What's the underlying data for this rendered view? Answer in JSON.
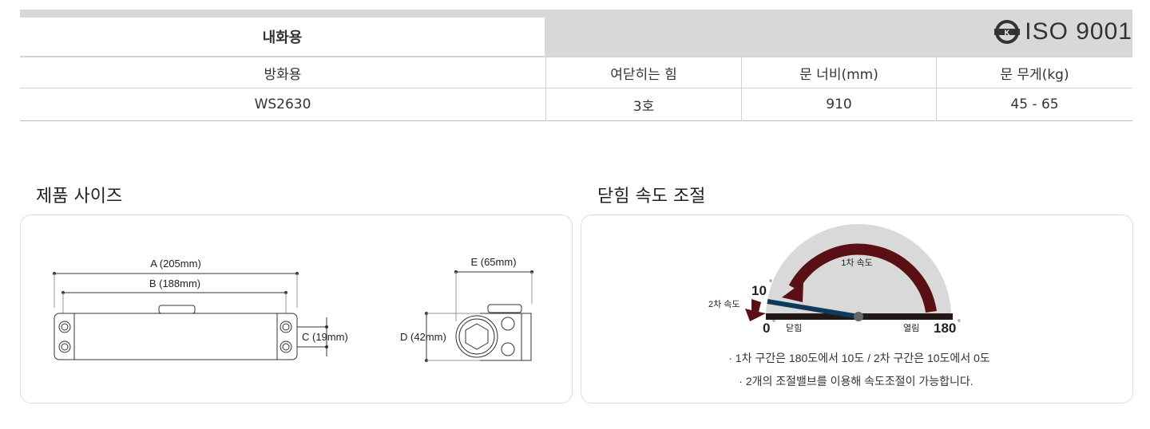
{
  "table": {
    "header_label": "내화용",
    "certification": "ISO 9001",
    "columns": [
      "방화용",
      "여닫히는 힘",
      "문 너비(mm)",
      "문 무게(kg)"
    ],
    "row": [
      "WS2630",
      "3호",
      "910",
      "45 - 65"
    ]
  },
  "size_section": {
    "title": "제품 사이즈",
    "dims": {
      "a": "A (205mm)",
      "b": "B (188mm)",
      "c": "C (19mm)",
      "d": "D (42mm)",
      "e": "E (65mm)"
    }
  },
  "speed_section": {
    "title": "닫힘 속도 조절",
    "labels": {
      "first": "1차 속도",
      "second": "2차 속도",
      "deg10": "10",
      "deg0": "0",
      "deg180": "180",
      "close": "닫힘",
      "open": "열림"
    },
    "notes": [
      "· 1차 구간은 180도에서 10도 / 2차 구간은 10도에서 0도",
      "· 2개의 조절밸브를 이용해 속도조절이 가능합니다."
    ]
  },
  "colors": {
    "arrow": "#5a0f14",
    "needle": "#0d3a5c",
    "gray": "#d9d9d9"
  }
}
